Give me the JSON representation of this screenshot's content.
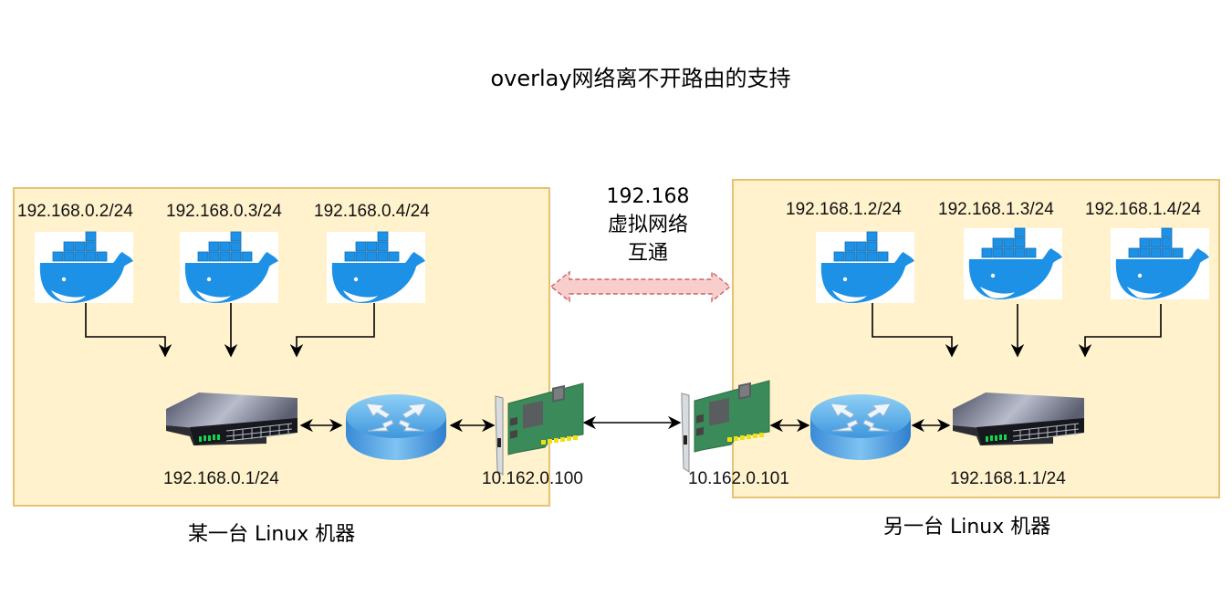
{
  "title": "overlay网络离不开路由的支持",
  "colors": {
    "host_fill": "#fff2cc",
    "host_border": "#e5c373",
    "docker_blue": "#1d91e6",
    "overlay_arrow_fill": "#f8cecc",
    "overlay_arrow_stroke": "#d06060"
  },
  "middle_label": {
    "line1": "192.168",
    "line2": "虚拟网络",
    "line3": "互通"
  },
  "hosts": [
    {
      "label": "某一台 Linux 机器",
      "containers": [
        {
          "ip": "192.168.0.2/24",
          "icon": "docker-icon"
        },
        {
          "ip": "192.168.0.3/24",
          "icon": "docker-icon"
        },
        {
          "ip": "192.168.0.4/24",
          "icon": "docker-icon"
        }
      ],
      "switch": {
        "ip": "192.168.0.1/24",
        "icon": "switch-icon"
      },
      "router": {
        "icon": "router-icon"
      },
      "nic": {
        "ip": "10.162.0.100",
        "icon": "nic-card-icon"
      }
    },
    {
      "label": "另一台 Linux 机器",
      "containers": [
        {
          "ip": "192.168.1.2/24",
          "icon": "docker-icon"
        },
        {
          "ip": "192.168.1.3/24",
          "icon": "docker-icon"
        },
        {
          "ip": "192.168.1.4/24",
          "icon": "docker-icon"
        }
      ],
      "switch": {
        "ip": "192.168.1.1/24",
        "icon": "switch-icon"
      },
      "router": {
        "icon": "router-icon"
      },
      "nic": {
        "ip": "10.162.0.101",
        "icon": "nic-card-icon"
      }
    }
  ]
}
